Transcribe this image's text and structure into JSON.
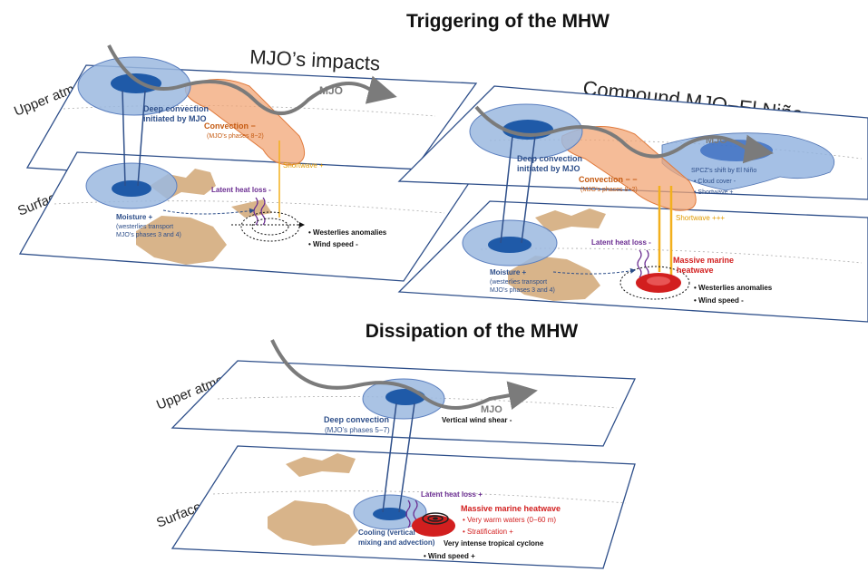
{
  "colors": {
    "plane_border": "#2e4f8a",
    "convection_blue_outer": "#9bb8df",
    "convection_blue_inner": "#1f5aa8",
    "convection_orange": "#f2a676",
    "land": "#d8b48a",
    "mjo_arrow": "#7b7b7b",
    "shortwave": "#f2b01e",
    "latent": "#6a2c91",
    "heatwave_red": "#d21f1f",
    "text_blue": "#2e4f8a",
    "text_orange": "#c55a11"
  },
  "trigger": {
    "title": "Triggering of the MHW",
    "mjo_panel": {
      "subtitle": "MJO’s impacts",
      "upper_label": "Upper atmosphere",
      "surface_label": "Surface",
      "mjo_label": "MJO",
      "deep_convection": [
        "Deep convection",
        "initiated by MJO"
      ],
      "convection": "Convection −",
      "convection_phases": "(MJO’s phases 8−2)",
      "shortwave": "Shortwave +",
      "latent": "Latent heat loss -",
      "moisture": "Moisture +",
      "moisture_sub": [
        "(westerlies transport",
        "MJO’s phases 3 and 4)"
      ],
      "bullets": [
        "Westerlies anomalies",
        "Wind speed -"
      ]
    },
    "compound_panel": {
      "subtitle": "Compound MJO−El Niño",
      "mjo_label": "MJO",
      "deep_convection": [
        "Deep convection",
        "initiated by MJO"
      ],
      "convection": "Convection − −",
      "convection_phases": "(MJO’s phases 8−2)",
      "spcz": [
        "SPCZ’s shift by El Niño",
        "• Cloud cover -",
        "• Shortwave +"
      ],
      "shortwave": "Shortwave +++",
      "latent": "Latent heat loss -",
      "heatwave": [
        "Massive marine",
        "heatwave"
      ],
      "moisture": "Moisture +",
      "moisture_sub": [
        "(westerlies transport",
        "MJO’s phases 3 and 4)"
      ],
      "bullets": [
        "Westerlies anomalies",
        "Wind speed -"
      ]
    }
  },
  "dissipation": {
    "title": "Dissipation of the MHW",
    "upper_label": "Upper atmosphere",
    "surface_label": "Surface",
    "mjo_label": "MJO",
    "deep_convection": "Deep convection",
    "convection_phases": "(MJO’s phases 5−7)",
    "shear": "Vertical wind shear -",
    "latent": "Latent heat loss +",
    "heatwave_title": "Massive marine heatwave",
    "heatwave_items": [
      "• Very warm waters (0−60 m)",
      "• Stratification +"
    ],
    "cooling": [
      "Cooling (vertical",
      "mixing and advection)"
    ],
    "cyclone": "Very intense tropical cyclone",
    "wind": "Wind speed +"
  }
}
